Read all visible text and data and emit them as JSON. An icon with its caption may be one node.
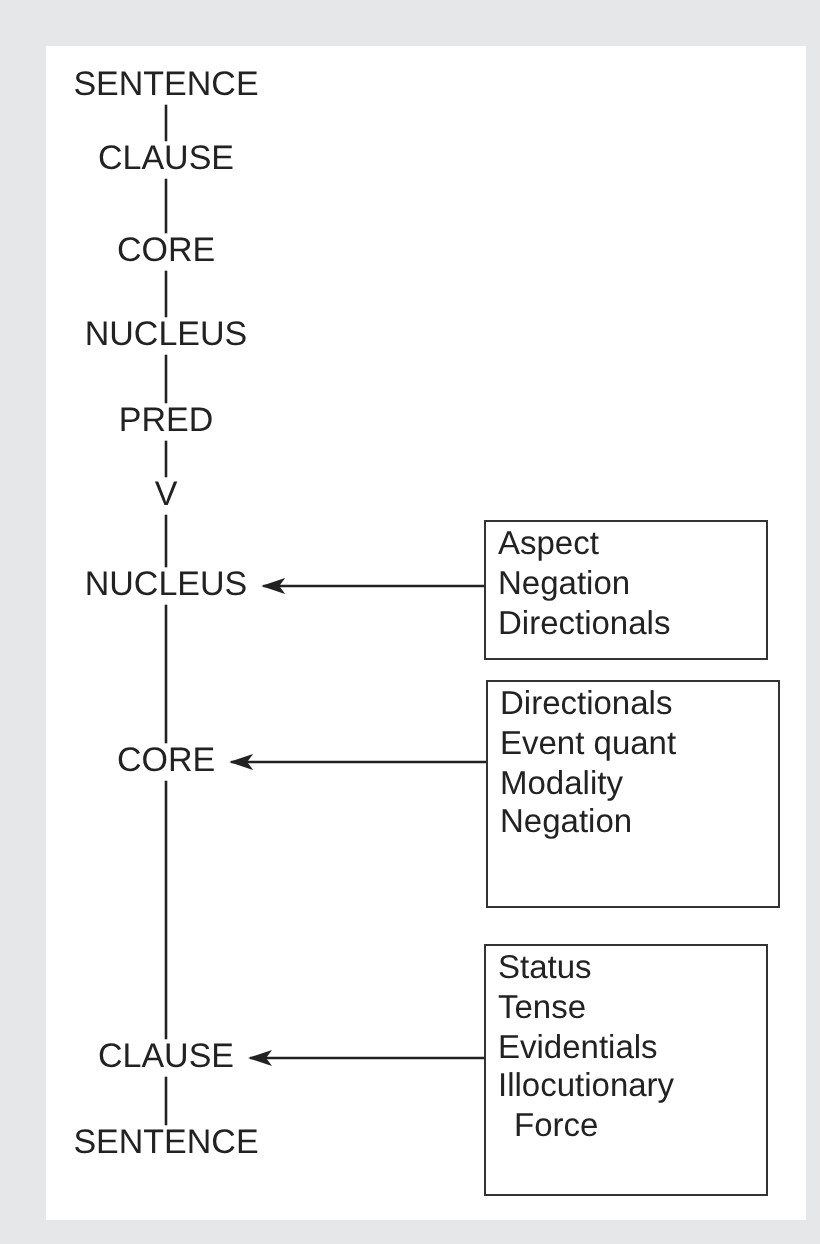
{
  "diagram": {
    "nodes": [
      {
        "text": [
          "SENTENCE"
        ]
      },
      {
        "text": [
          "CLAUSE"
        ]
      },
      {
        "text": [
          "CORE"
        ]
      },
      {
        "text": [
          "NUCLEUS"
        ]
      },
      {
        "text": [
          "PRED"
        ]
      },
      {
        "text": [
          "V"
        ]
      },
      {
        "text": [
          "NUCLEUS"
        ]
      },
      {
        "text": [
          "CORE"
        ]
      },
      {
        "text": [
          "CLAUSE"
        ]
      },
      {
        "text": [
          "SENTENCE"
        ]
      },
      {
        "text": [
          "Aspect",
          "Negation",
          "Directionals"
        ]
      },
      {
        "text": [
          "Directionals",
          "Event quant",
          "Modality",
          "Negation"
        ]
      },
      {
        "text": [
          "Status",
          "Tense",
          "Evidentials",
          "Illocutionary Force"
        ]
      }
    ],
    "edges": [
      {
        "from": 0,
        "to": 1,
        "arrow": "none"
      },
      {
        "from": 1,
        "to": 2,
        "arrow": "none"
      },
      {
        "from": 2,
        "to": 3,
        "arrow": "none"
      },
      {
        "from": 3,
        "to": 4,
        "arrow": "none"
      },
      {
        "from": 4,
        "to": 5,
        "arrow": "none"
      },
      {
        "from": 5,
        "to": 6,
        "arrow": "none"
      },
      {
        "from": 6,
        "to": 7,
        "arrow": "none"
      },
      {
        "from": 7,
        "to": 8,
        "arrow": "none"
      },
      {
        "from": 8,
        "to": 9,
        "arrow": "none"
      },
      {
        "from": 10,
        "to": 6,
        "arrow": "to"
      },
      {
        "from": 11,
        "to": 7,
        "arrow": "to"
      },
      {
        "from": 12,
        "to": 8,
        "arrow": "to"
      }
    ]
  }
}
